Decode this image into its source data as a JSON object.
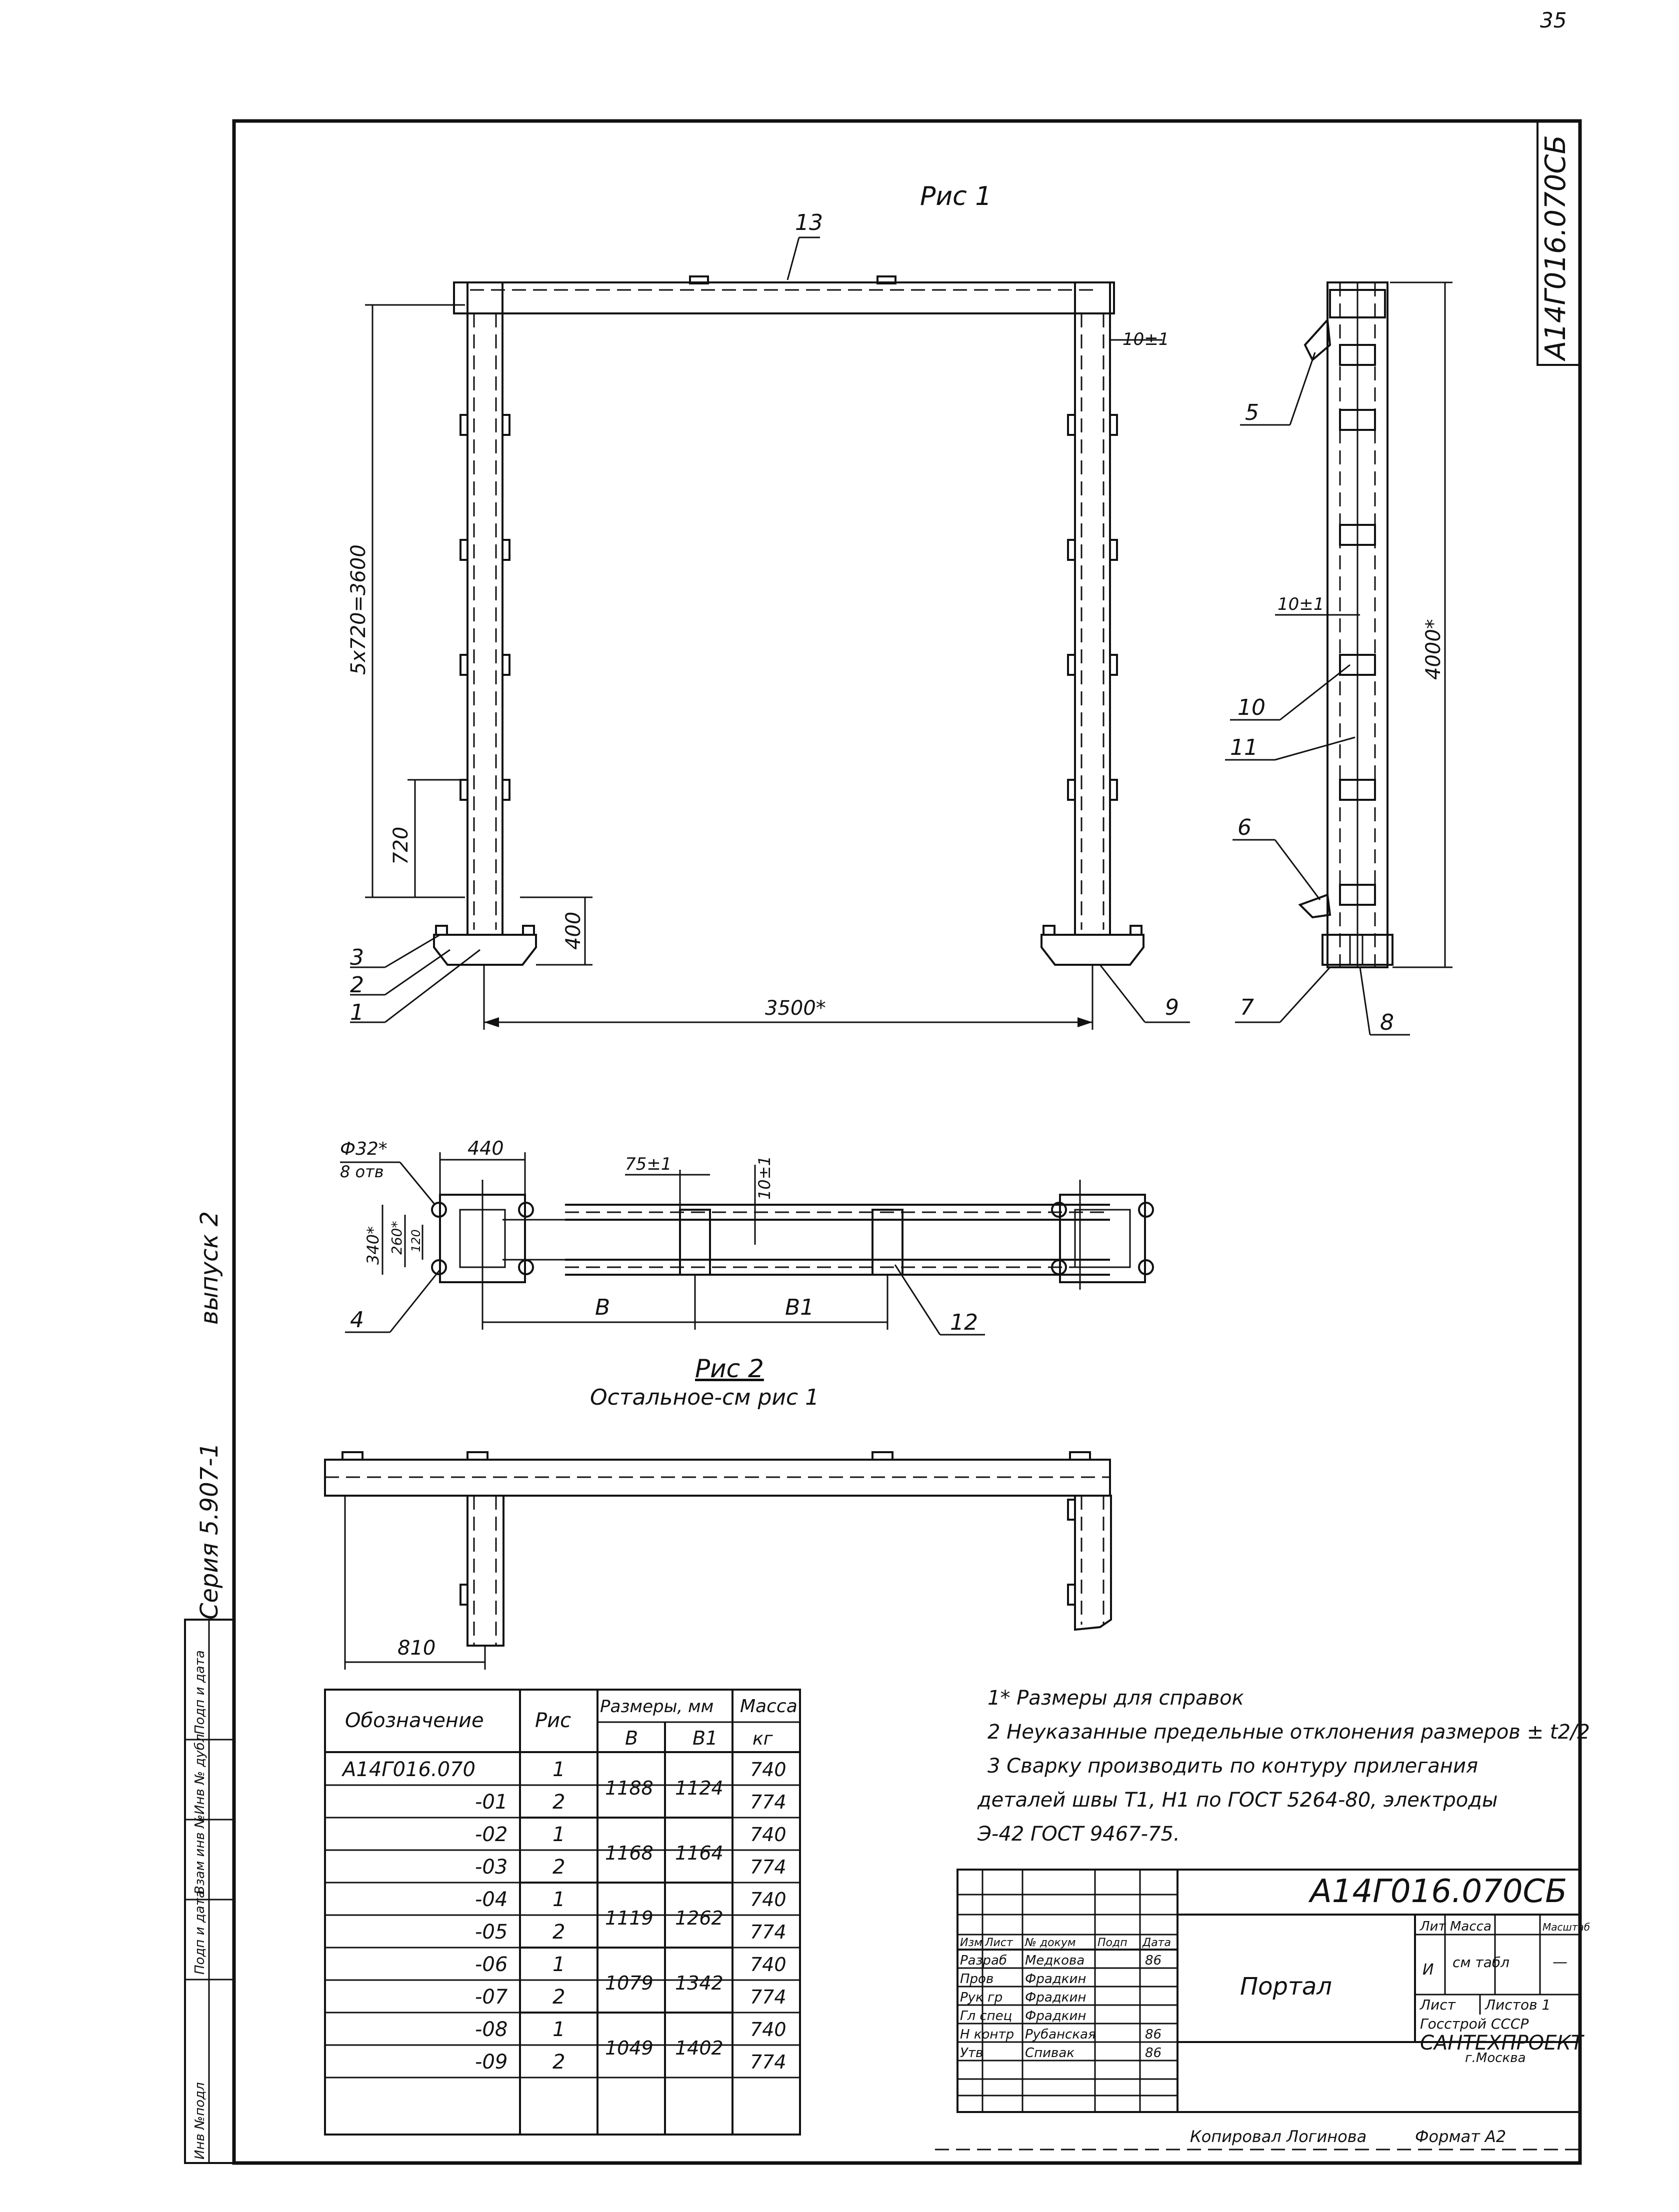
{
  "page_number": "35",
  "code_vertical": "А14Г016.070СБ",
  "left_margin": {
    "series": "Серия 5.907-1",
    "issue": "выпуск 2"
  },
  "margin_stamp": [
    "Инв №подл",
    "Подп и дата",
    "Взам инв №",
    "Инв № дубл",
    "Подп и дата"
  ],
  "fig1": {
    "title": "Рис 1",
    "labels": {
      "beam_height": "5х720=3600",
      "first_step": "720",
      "base_height": "400",
      "span": "3500*",
      "side_height": "4000*",
      "gap1": "10±1",
      "gap2": "10±1"
    },
    "callouts": [
      "13",
      "5",
      "10",
      "11",
      "6",
      "7",
      "8",
      "3",
      "2",
      "1",
      "9"
    ]
  },
  "fig2": {
    "title": "Рис 2",
    "subtitle": "Остальное-см рис 1",
    "labels": {
      "holes": "Ф32*",
      "holes_count": "8 отв",
      "width": "440",
      "h340": "340*",
      "h260": "260*",
      "h120": "120",
      "offset": "75±1",
      "gap": "10±1",
      "b": "В",
      "b1": "В1"
    },
    "callouts": [
      "4",
      "12"
    ]
  },
  "fig3": {
    "dim": "810"
  },
  "table": {
    "headers": {
      "designation": "Обозначение",
      "fig": "Рис",
      "sizes": "Размеры, мм",
      "b": "В",
      "b1": "В1",
      "mass": "Масса",
      "mass_unit": "кг"
    },
    "rows": [
      {
        "designation": "А14Г016.070",
        "fig": "1",
        "mass": "740"
      },
      {
        "designation": "-01",
        "fig": "2",
        "mass": "774"
      },
      {
        "designation": "-02",
        "fig": "1",
        "mass": "740"
      },
      {
        "designation": "-03",
        "fig": "2",
        "mass": "774"
      },
      {
        "designation": "-04",
        "fig": "1",
        "mass": "740"
      },
      {
        "designation": "-05",
        "fig": "2",
        "mass": "774"
      },
      {
        "designation": "-06",
        "fig": "1",
        "mass": "740"
      },
      {
        "designation": "-07",
        "fig": "2",
        "mass": "774"
      },
      {
        "designation": "-08",
        "fig": "1",
        "mass": "740"
      },
      {
        "designation": "-09",
        "fig": "2",
        "mass": "774"
      }
    ],
    "pairs": [
      {
        "b": "1188",
        "b1": "1124"
      },
      {
        "b": "1168",
        "b1": "1164"
      },
      {
        "b": "1119",
        "b1": "1262"
      },
      {
        "b": "1079",
        "b1": "1342"
      },
      {
        "b": "1049",
        "b1": "1402"
      }
    ]
  },
  "notes": [
    "1* Размеры для справок",
    "2 Неуказанные предельные отклонения размеров ± t2/2",
    "3 Сварку производить по контуру прилегания",
    "деталей швы Т1, Н1 по ГОСТ 5264-80, электроды",
    "Э-42 ГОСТ 9467-75."
  ],
  "title_block": {
    "doc_code": "А14Г016.070СБ",
    "name": "Портал",
    "lit_header": "Лит",
    "mass_header": "Масса",
    "scale_header": "Масштаб",
    "lit_value": "И",
    "mass_value": "см табл",
    "scale_value": "—",
    "sheet_label": "Лист",
    "sheets_label": "Листов 1",
    "org1": "Госстрой СССР",
    "org2": "САНТЕХПРОЕКТ",
    "org3": "г.Москва",
    "col_headers": [
      "Изм",
      "Лист",
      "№ докум",
      "Подп",
      "Дата"
    ],
    "roles": [
      {
        "role": "Разраб",
        "name": "Медкова",
        "date": "86"
      },
      {
        "role": "Пров",
        "name": "Фрадкин",
        "date": ""
      },
      {
        "role": "Рук гр",
        "name": "Фрадкин",
        "date": ""
      },
      {
        "role": "Гл спец",
        "name": "Фрадкин",
        "date": ""
      },
      {
        "role": "Н контр",
        "name": "Рубанская",
        "date": "86"
      },
      {
        "role": "Утв",
        "name": "Спивак",
        "date": "86"
      }
    ]
  },
  "footer": {
    "copied": "Копировал Логинова",
    "format": "Формат А2"
  }
}
